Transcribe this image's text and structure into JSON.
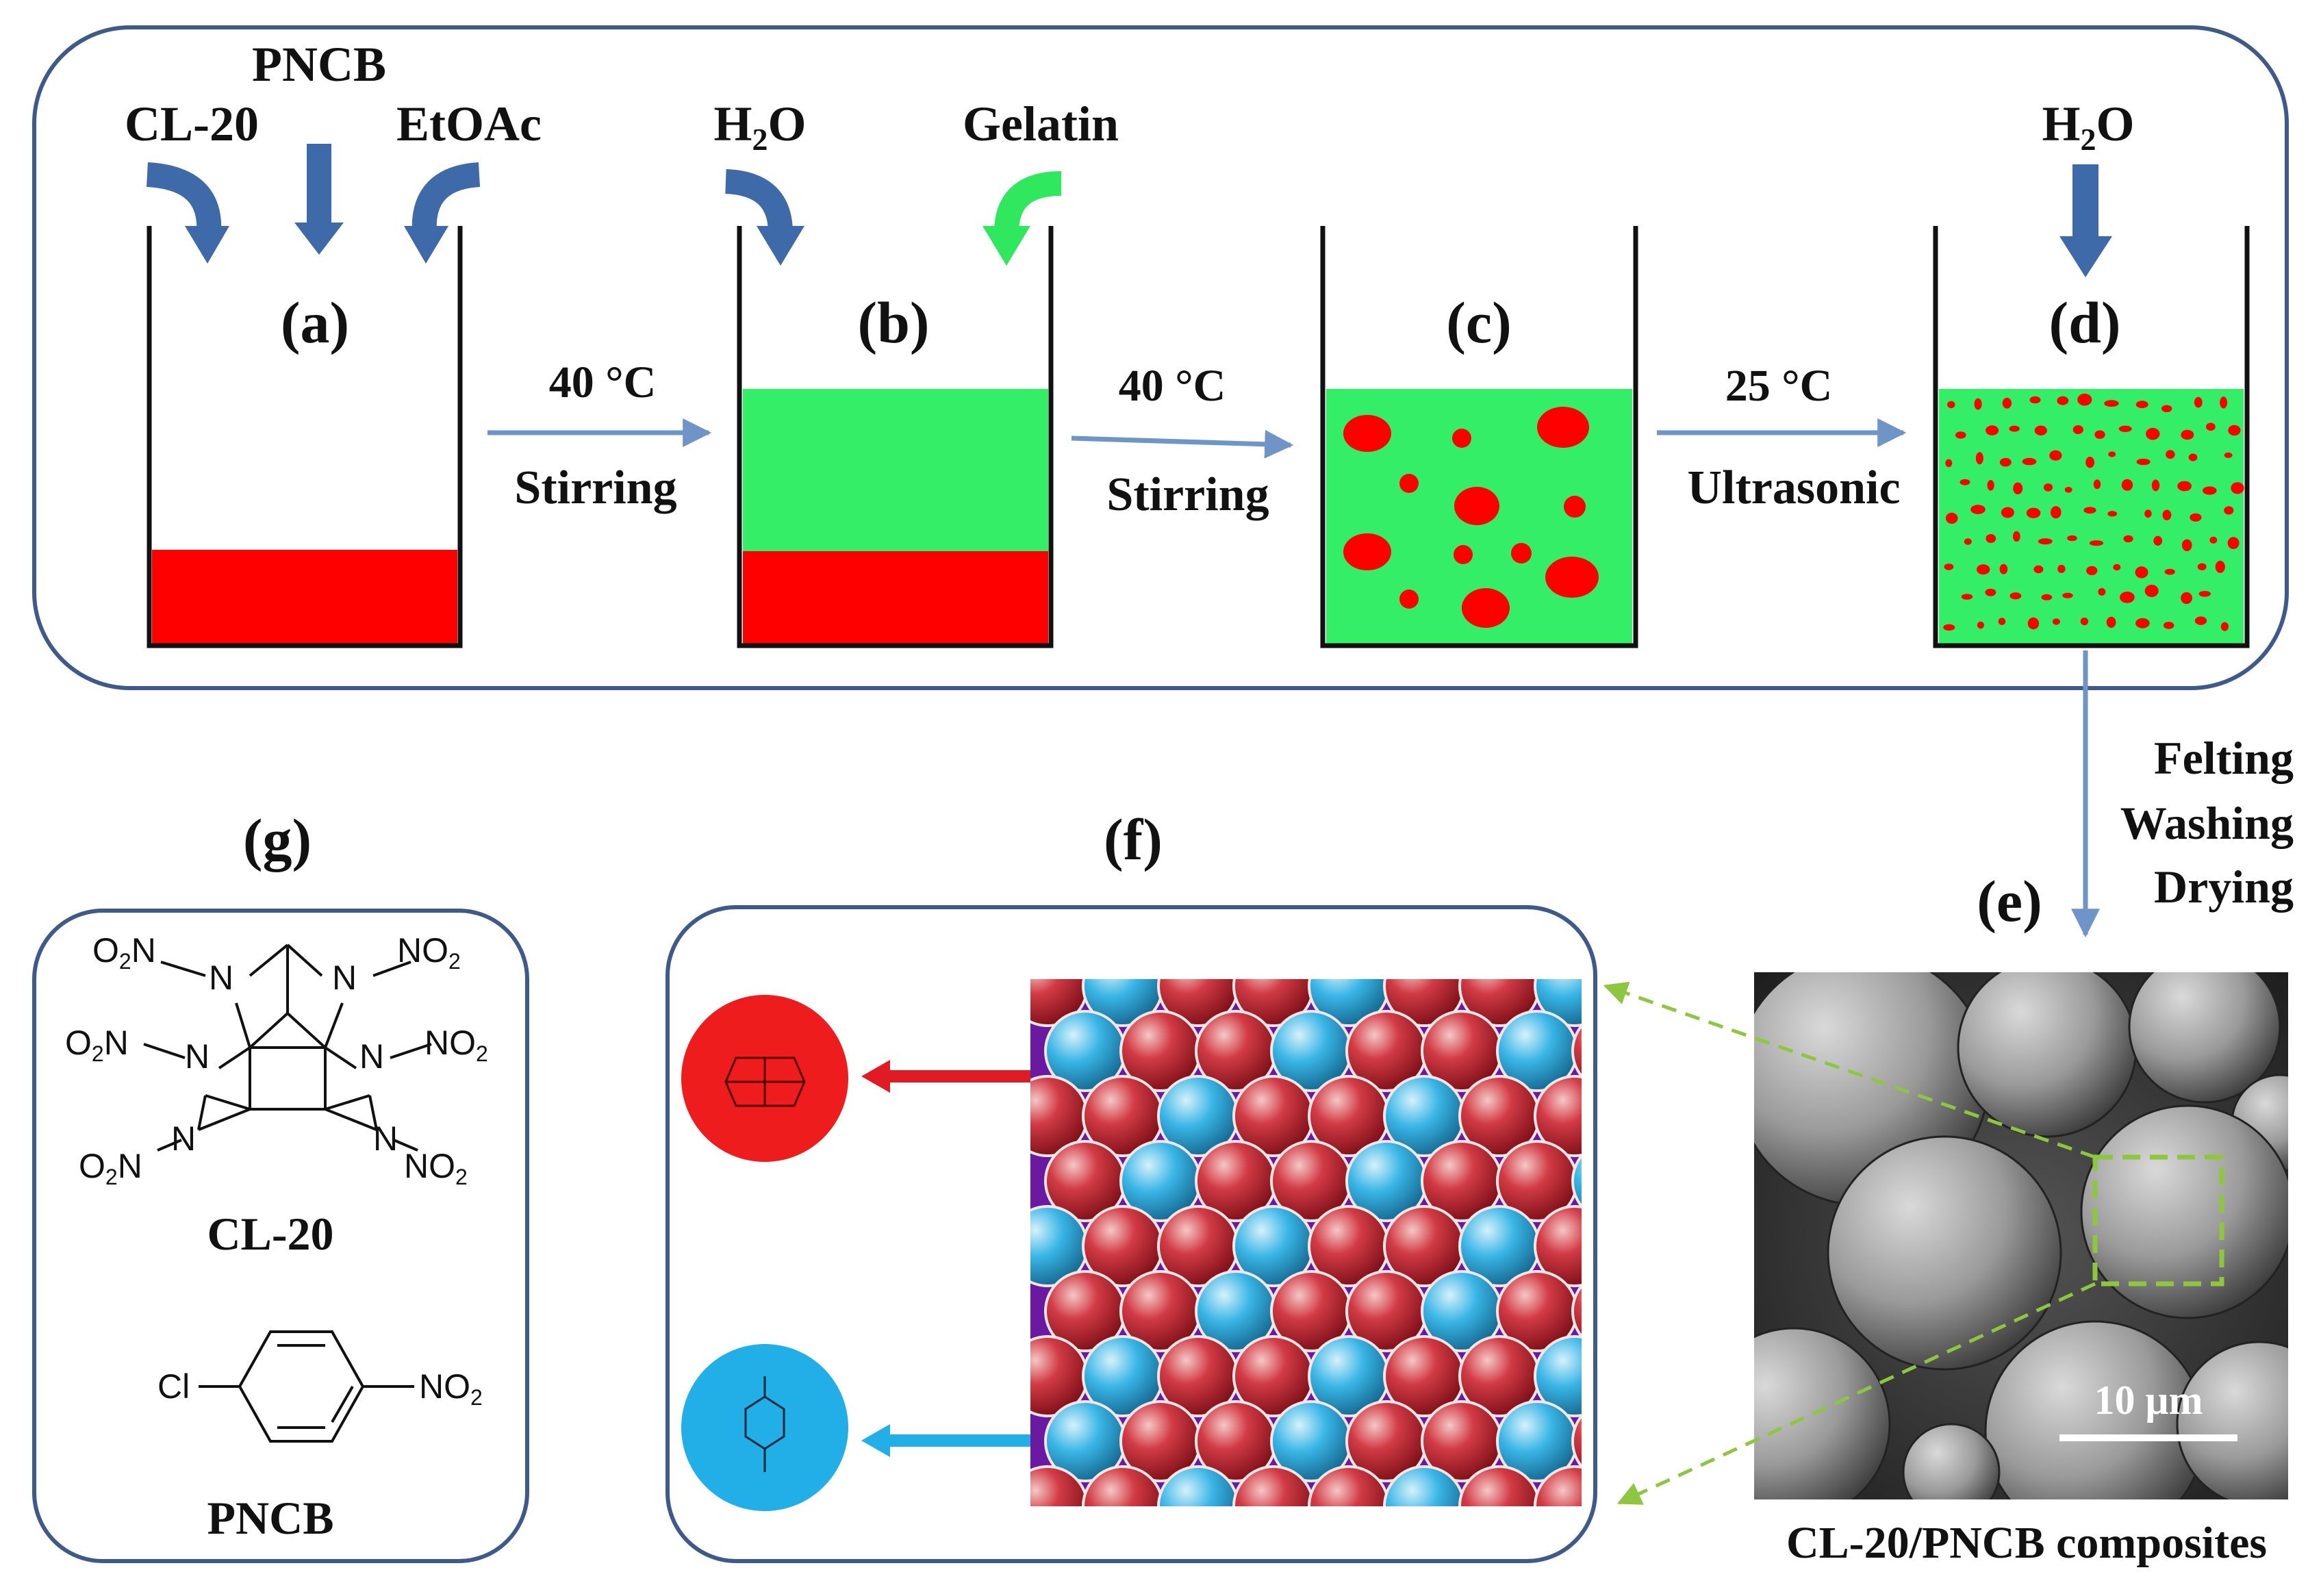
{
  "colors": {
    "frame": "#3e5a8a",
    "arrow_blue": "#3e6aa9",
    "arrow_light": "#6e94c8",
    "green": "#33ee66",
    "green_arrow": "#2fe85e",
    "red": "#ff0000",
    "red_sphere": "#c92a35",
    "blue_sphere": "#2ab1e4",
    "purple": "#6a1aa0",
    "dash_green": "#8ec63f"
  },
  "reagents": {
    "cl20": "CL-20",
    "pncb": "PNCB",
    "etoac": "EtOAc",
    "water_b": "H2O",
    "gelatin": "Gelatin",
    "water_d": "H2O"
  },
  "steps": {
    "a": "(a)",
    "b": "(b)",
    "c": "(c)",
    "d": "(d)",
    "e": "(e)",
    "f": "(f)",
    "g": "(g)"
  },
  "transitions": [
    {
      "temp": "40 °C",
      "method": "Stirring"
    },
    {
      "temp": "40 °C",
      "method": "Stirring"
    },
    {
      "temp": "25 °C",
      "method": "Ultrasonic"
    }
  ],
  "post_treatment": [
    "Felting",
    "Washing",
    "Drying"
  ],
  "sem": {
    "scale_label": "10 μm",
    "caption": "CL-20/PNCB composites"
  },
  "structures": {
    "cl20_name": "CL-20",
    "pncb_name": "PNCB",
    "no2": "NO2",
    "o2n": "O2N",
    "n": "N",
    "cl": "Cl"
  },
  "icons": [
    "reagent-arrow-icon",
    "flow-arrow-icon",
    "beaker-icon",
    "sphere-icon"
  ]
}
